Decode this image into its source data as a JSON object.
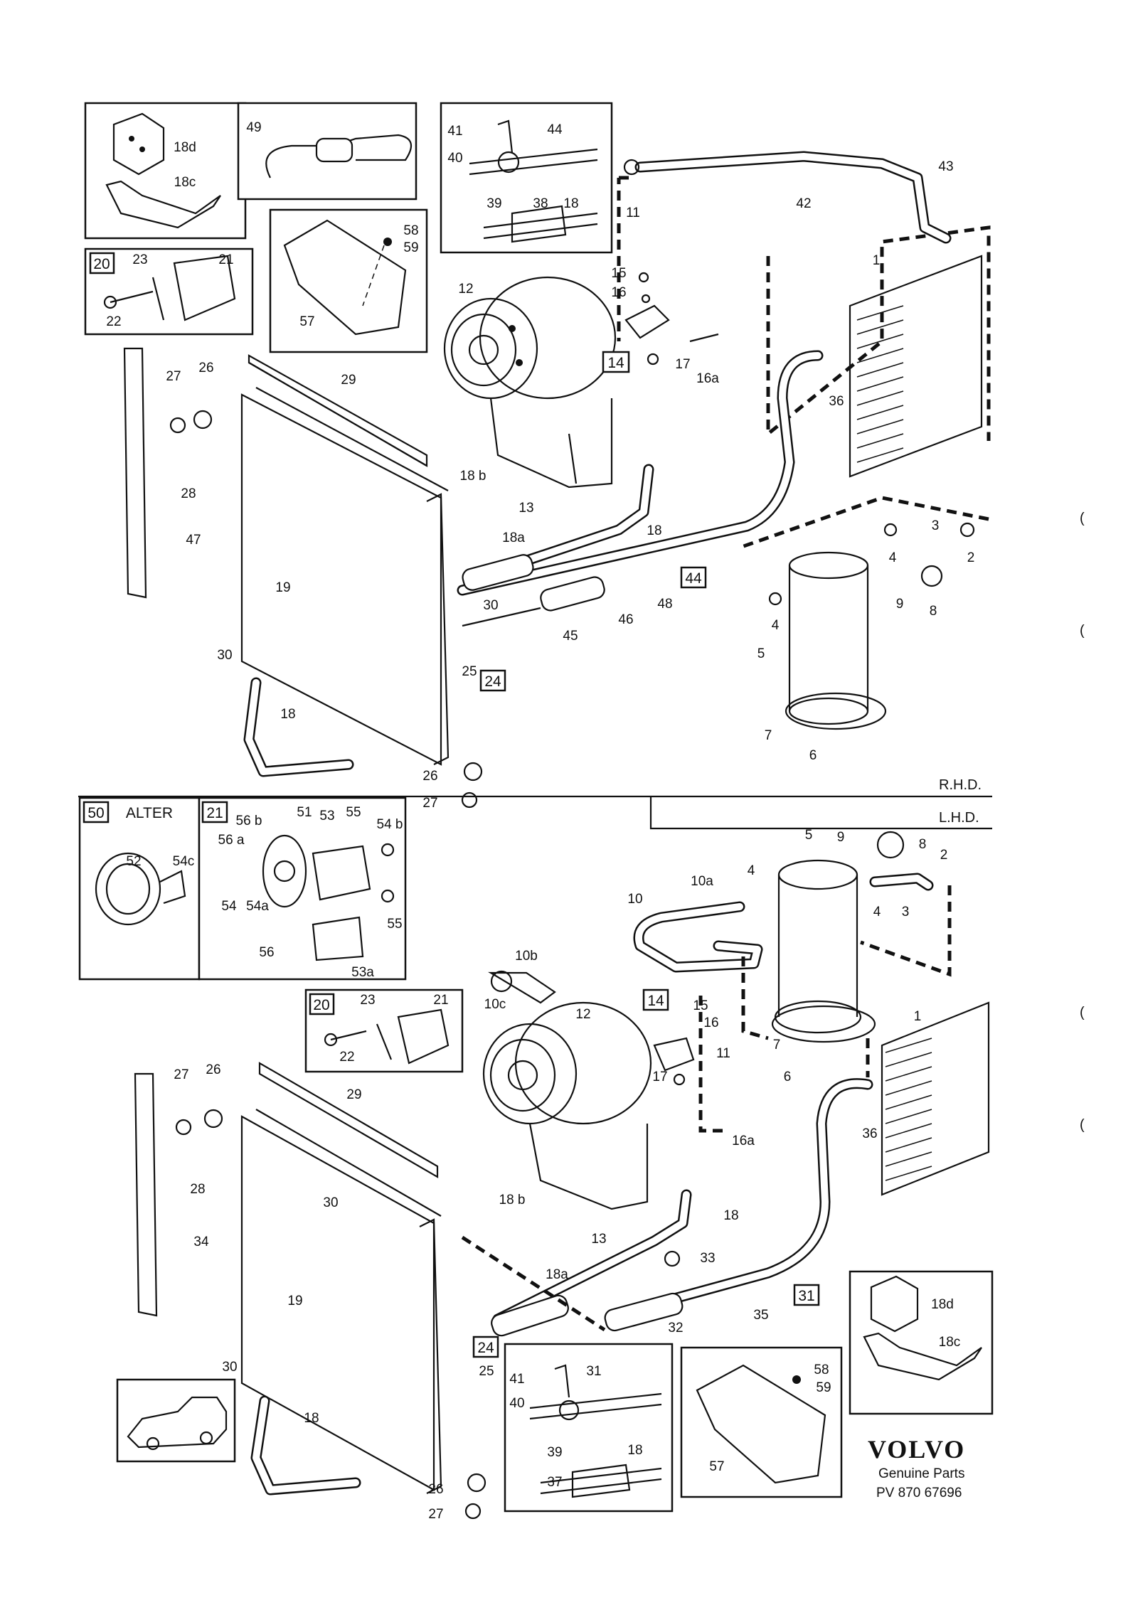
{
  "diagram": {
    "sections": {
      "upper": "R.H.D.",
      "lower": "L.H.D."
    },
    "inset_titles": {
      "alter": "ALTER"
    },
    "brand": {
      "name": "VOLVO",
      "subtitle": "Genuine Parts",
      "code": "PV 870 67696"
    },
    "boxed_labels": {
      "upper_20": "20",
      "upper_14": "14",
      "upper_44": "44",
      "upper_24": "24",
      "lower_50": "50",
      "lower_21": "21",
      "lower_20": "20",
      "lower_14": "14",
      "lower_31": "31",
      "lower_24": "24"
    },
    "upper_labels": {
      "l18d": "18d",
      "l18c": "18c",
      "l49": "49",
      "l41": "41",
      "l44": "44",
      "l40": "40",
      "l39": "39",
      "l38": "38",
      "l18_clip": "18",
      "l11": "11",
      "l42": "42",
      "l43": "43",
      "l23": "23",
      "l21": "21",
      "l22": "22",
      "l58": "58",
      "l59": "59",
      "l57": "57",
      "l12": "12",
      "l15": "15",
      "l16": "16",
      "l17": "17",
      "l16a": "16a",
      "l1": "1",
      "l36": "36",
      "l27": "27",
      "l26": "26",
      "l29": "29",
      "l28": "28",
      "l13": "13",
      "l18b": "18 b",
      "l18a": "18a",
      "l18_hose": "18",
      "l47": "47",
      "l19": "19",
      "l30a": "30",
      "l30b": "30",
      "l45": "45",
      "l46": "46",
      "l48": "48",
      "l3": "3",
      "l2": "2",
      "l4a": "4",
      "l4b": "4",
      "l9": "9",
      "l8": "8",
      "l5": "5",
      "l7": "7",
      "l6": "6",
      "l25": "25",
      "l18_low": "18",
      "l26b": "26",
      "l27b": "27"
    },
    "lower_labels": {
      "l52": "52",
      "l54c": "54c",
      "l56b": "56 b",
      "l51": "51",
      "l53": "53",
      "l55a": "55",
      "l54b": "54 b",
      "l56a": "56 a",
      "l54": "54",
      "l54a": "54a",
      "l56": "56",
      "l55b": "55",
      "l53a": "53a",
      "l5": "5",
      "l9": "9",
      "l8": "8",
      "l2": "2",
      "l10a": "10a",
      "l4a": "4",
      "l4b": "4",
      "l3": "3",
      "l10": "10",
      "l10b": "10b",
      "l10c": "10c",
      "l12": "12",
      "l15": "15",
      "l16": "16",
      "l7": "7",
      "l11": "11",
      "l6": "6",
      "l1": "1",
      "l17": "17",
      "l16a": "16a",
      "l36": "36",
      "l23": "23",
      "l21": "21",
      "l22": "22",
      "l27": "27",
      "l26": "26",
      "l29": "29",
      "l28": "28",
      "l18b": "18 b",
      "l18": "18",
      "l13": "13",
      "l33": "33",
      "l30a": "30",
      "l34": "34",
      "l19": "19",
      "l18a": "18a",
      "l32": "32",
      "l35": "35",
      "l30b": "30",
      "l25": "25",
      "l41": "41",
      "l31": "31",
      "l40": "40",
      "l39": "39",
      "l18_clip": "18",
      "l37": "37",
      "l58": "58",
      "l59": "59",
      "l57": "57",
      "l18d": "18d",
      "l18c": "18c",
      "l18_low": "18",
      "l26b": "26",
      "l27b": "27"
    },
    "margin_marks": {
      "m1": "(",
      "m2": "(",
      "m3": "(",
      "m4": "("
    }
  }
}
